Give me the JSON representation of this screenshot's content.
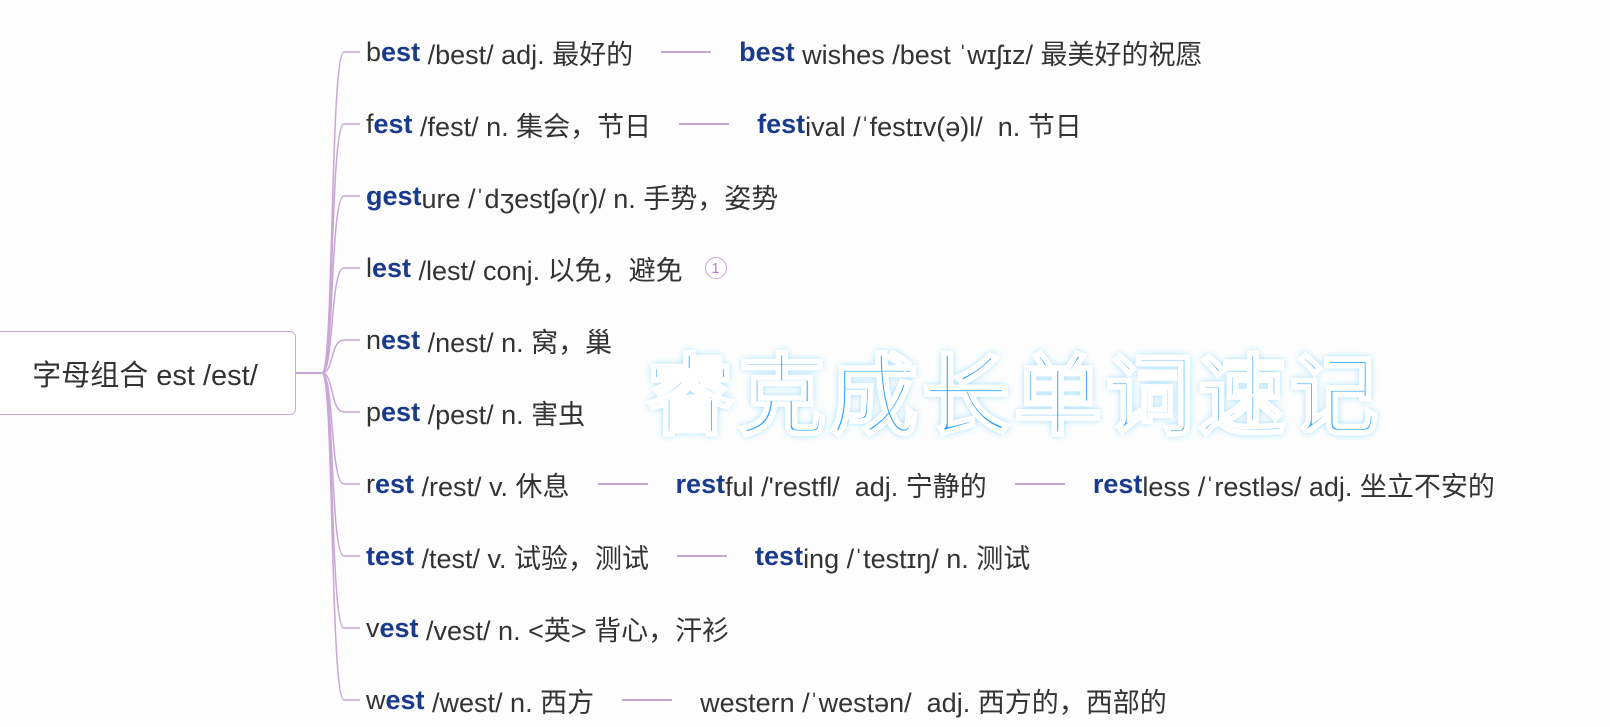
{
  "root": {
    "label": "字母组合 est /est/"
  },
  "watermark": "睿克成长单词速记",
  "badge": "1",
  "rows": [
    {
      "segs": [
        {
          "t": "b",
          "b": false
        },
        {
          "t": "est",
          "b": true
        },
        {
          "t": " /best/ adj. 最好的",
          "b": false
        },
        {
          "dash": 40
        },
        {
          "t": "best",
          "b": true
        },
        {
          "t": " wishes /best ˈwɪʃɪz/ 最美好的祝愿",
          "b": false
        }
      ]
    },
    {
      "segs": [
        {
          "t": "f",
          "b": false
        },
        {
          "t": "est",
          "b": true
        },
        {
          "t": " /fest/ n. 集会，节日",
          "b": false
        },
        {
          "dash": 40
        },
        {
          "t": "fest",
          "b": true
        },
        {
          "t": "ival /ˈfestɪv(ə)l/  n. 节日",
          "b": false
        }
      ]
    },
    {
      "segs": [
        {
          "t": "gest",
          "b": true
        },
        {
          "t": "ure /ˈdʒestʃə(r)/ n. 手势，姿势",
          "b": false
        }
      ]
    },
    {
      "segs": [
        {
          "t": "l",
          "b": false
        },
        {
          "t": "est",
          "b": true
        },
        {
          "t": " /lest/ conj. 以免，避免",
          "b": false
        },
        {
          "badge": true
        }
      ]
    },
    {
      "segs": [
        {
          "t": "n",
          "b": false
        },
        {
          "t": "est",
          "b": true
        },
        {
          "t": " /nest/ n. 窝，巢",
          "b": false
        }
      ]
    },
    {
      "segs": [
        {
          "t": "p",
          "b": false
        },
        {
          "t": "est",
          "b": true
        },
        {
          "t": " /pest/ n. 害虫",
          "b": false
        }
      ]
    },
    {
      "segs": [
        {
          "t": "r",
          "b": false
        },
        {
          "t": "est",
          "b": true
        },
        {
          "t": " /rest/ v. 休息",
          "b": false
        },
        {
          "dash": 40
        },
        {
          "t": "rest",
          "b": true
        },
        {
          "t": "ful /'restfl/  adj. 宁静的",
          "b": false
        },
        {
          "dash": 40
        },
        {
          "t": "rest",
          "b": true
        },
        {
          "t": "less /ˈrestləs/ adj. 坐立不安的",
          "b": false
        }
      ]
    },
    {
      "segs": [
        {
          "t": "test",
          "b": true
        },
        {
          "t": " /test/ v. 试验，测试",
          "b": false
        },
        {
          "dash": 40
        },
        {
          "t": "test",
          "b": true
        },
        {
          "t": "ing /ˈtestɪŋ/ n. 测试",
          "b": false
        }
      ]
    },
    {
      "segs": [
        {
          "t": "v",
          "b": false
        },
        {
          "t": "est",
          "b": true
        },
        {
          "t": " /vest/ n. <英> 背心，汗衫",
          "b": false
        }
      ]
    },
    {
      "segs": [
        {
          "t": "w",
          "b": false
        },
        {
          "t": "est",
          "b": true
        },
        {
          "t": " /west/ n. 西方",
          "b": false
        },
        {
          "dash": 40
        },
        {
          "t": "western /ˈwestən/  adj. 西方的，西部的",
          "b": false
        }
      ]
    }
  ]
}
